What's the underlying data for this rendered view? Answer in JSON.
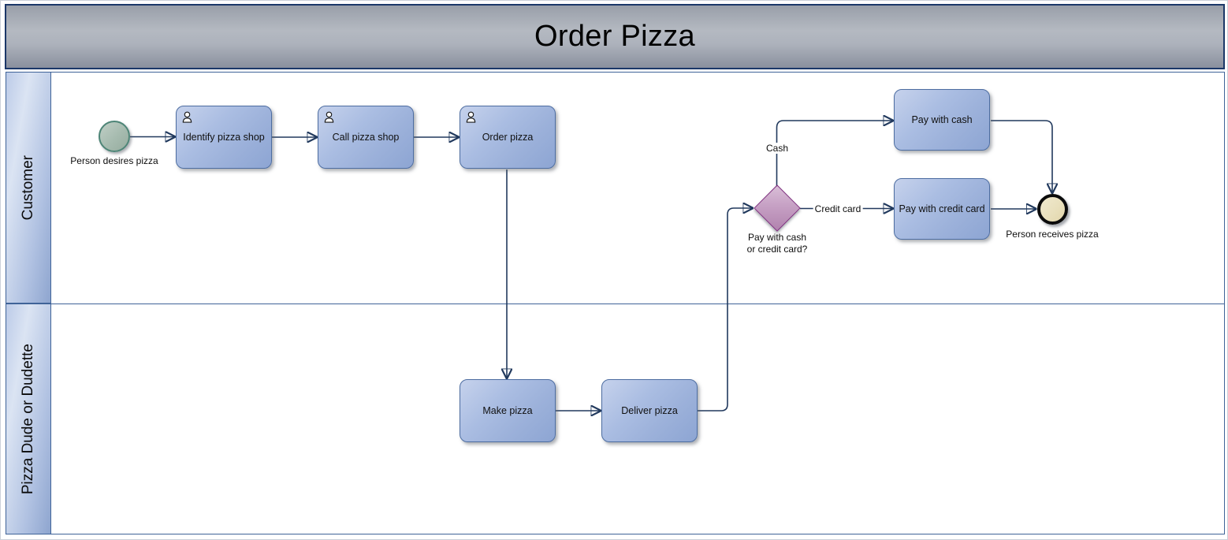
{
  "title": "Order Pizza",
  "lanes": [
    {
      "label": "Customer"
    },
    {
      "label": "Pizza Dude or Dudette"
    }
  ],
  "nodes": {
    "start_event": {
      "label": "Person desires pizza"
    },
    "identify": {
      "label": "Identify pizza shop",
      "icon": "user-icon"
    },
    "call": {
      "label": "Call pizza shop",
      "icon": "user-icon"
    },
    "order": {
      "label": "Order pizza",
      "icon": "user-icon"
    },
    "make": {
      "label": "Make pizza"
    },
    "deliver": {
      "label": "Deliver pizza"
    },
    "pay_cash": {
      "label": "Pay with cash"
    },
    "pay_credit": {
      "label": "Pay with credit card"
    },
    "gateway": {
      "label_line1": "Pay with cash",
      "label_line2": "or credit card?"
    },
    "end_event": {
      "label": "Person receives pizza"
    }
  },
  "flow_labels": {
    "cash": "Cash",
    "credit_card": "Credit card"
  },
  "colors": {
    "task_fill": "#a9bde1",
    "task_border": "#4d6da1",
    "gateway_fill": "#c49ac3",
    "gateway_border": "#7e2d7e",
    "start_fill": "#a6bbaf",
    "start_border": "#4e8577",
    "end_fill": "#e9e0bd",
    "end_border": "#0b0b0b",
    "connector": "#21395d",
    "lane_fill": "#b6c6e5",
    "lane_border": "#3f6398",
    "title_fill": "#a6abb5",
    "title_border": "#1b3768"
  }
}
